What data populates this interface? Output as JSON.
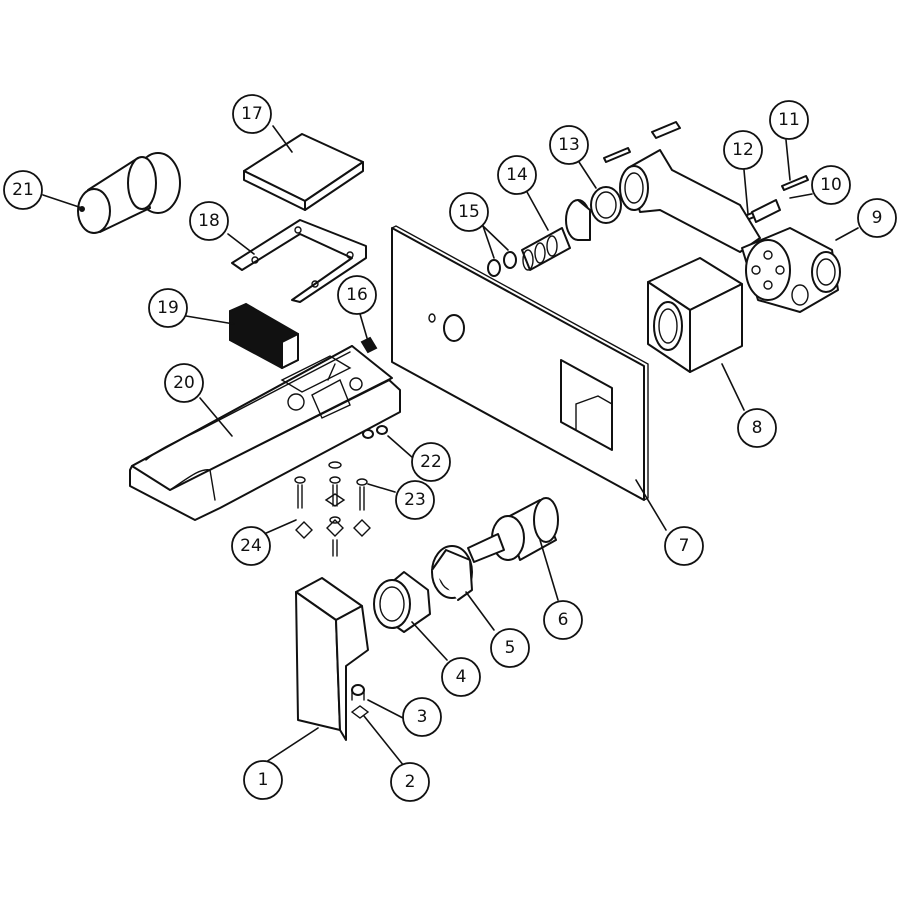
{
  "diagram": {
    "callouts": [
      {
        "label": "1"
      },
      {
        "label": "2"
      },
      {
        "label": "3"
      },
      {
        "label": "4"
      },
      {
        "label": "5"
      },
      {
        "label": "6"
      },
      {
        "label": "7"
      },
      {
        "label": "8"
      },
      {
        "label": "9"
      },
      {
        "label": "10"
      },
      {
        "label": "11"
      },
      {
        "label": "12"
      },
      {
        "label": "13"
      },
      {
        "label": "14"
      },
      {
        "label": "15"
      },
      {
        "label": "16"
      },
      {
        "label": "17"
      },
      {
        "label": "18"
      },
      {
        "label": "19"
      },
      {
        "label": "20"
      },
      {
        "label": "21"
      },
      {
        "label": "22"
      },
      {
        "label": "23"
      },
      {
        "label": "24"
      }
    ]
  },
  "colors": {
    "line": "#111111",
    "background": "#ffffff"
  }
}
